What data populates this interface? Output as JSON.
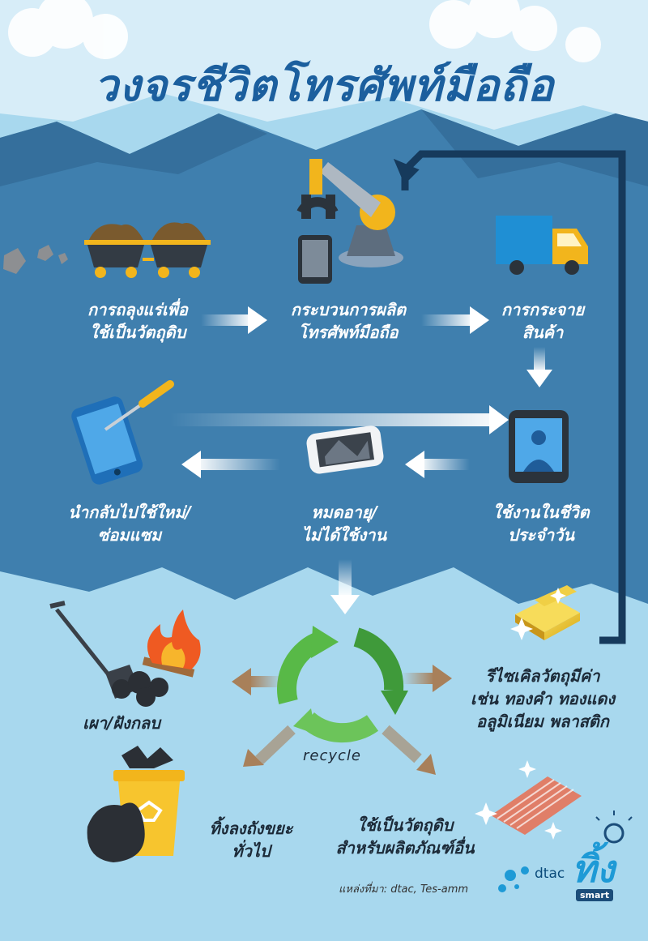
{
  "title": "วงจรชีวิตโทรศัพท์มือถือ",
  "stages": {
    "mining": [
      "การถลุงแร่เพื่อ",
      "ใช้เป็นวัตถุดิบ"
    ],
    "production": [
      "กระบวนการผลิต",
      "โทรศัพท์มือถือ"
    ],
    "distribution": [
      "การกระจาย",
      "สินค้า"
    ],
    "daily_use": [
      "ใช้งานในชีวิต",
      "ประจำวัน"
    ],
    "expired": [
      "หมดอายุ/",
      "ไม่ได้ใช้งาน"
    ],
    "reuse": [
      "นำกลับไปใช้ใหม่/",
      "ซ่อมแซม"
    ]
  },
  "outcomes": {
    "burn_bury": [
      "เผา/ฝังกลบ"
    ],
    "recycle_valuable": [
      "รีไซเคิลวัตถุมีค่า",
      "เช่น ทองคำ ทองแดง",
      "อลูมิเนียม พลาสติก"
    ],
    "general_bin": [
      "ทิ้งลงถังขยะ",
      "ทั่วไป"
    ],
    "raw_material": [
      "ใช้เป็นวัตถุดิบ",
      "สำหรับผลิตภัณฑ์อื่น"
    ]
  },
  "recycle_label": "recycle",
  "source": "แหล่งที่มา: dtac, Tes-amm",
  "brand": {
    "dtac": "dtac",
    "tham": "ทิ้ง",
    "smart": "smart"
  },
  "colors": {
    "dark_band": "#3f7fae",
    "light_bg": "#a8d8ee",
    "title": "#1b5f9e",
    "loop_line": "#163a5c",
    "recycle_green": "#58b947"
  }
}
